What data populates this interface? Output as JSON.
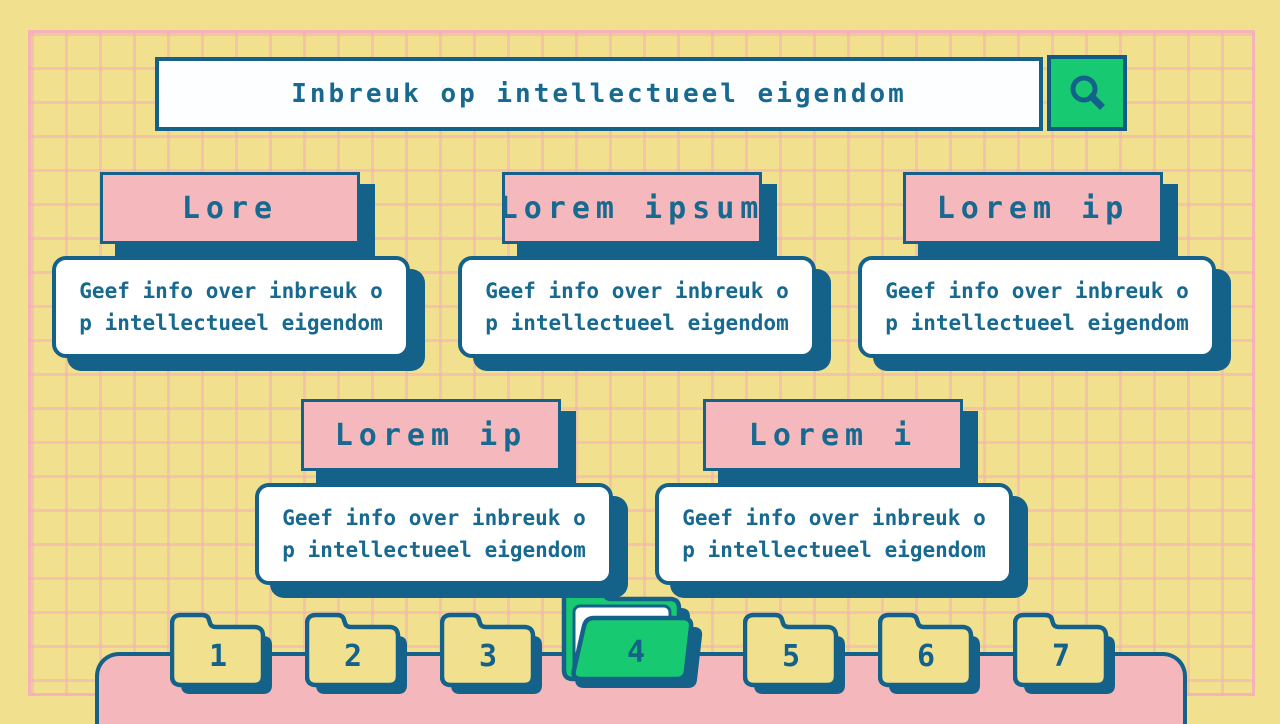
{
  "search": {
    "query": "Inbreuk op intellectueel eigendom",
    "button_icon": "magnifier-icon"
  },
  "cards": [
    {
      "title": "Lore",
      "description": "Geef info over inbreuk op intellectueel eigendom"
    },
    {
      "title": "Lorem ipsum",
      "description": "Geef info over inbreuk op intellectueel eigendom"
    },
    {
      "title": "Lorem ip",
      "description": "Geef info over inbreuk op intellectueel eigendom"
    },
    {
      "title": "Lorem ip",
      "description": "Geef info over inbreuk op intellectueel eigendom"
    },
    {
      "title": "Lorem i",
      "description": "Geef info over inbreuk op intellectueel eigendom"
    }
  ],
  "folders": [
    {
      "label": "1",
      "state": "closed"
    },
    {
      "label": "2",
      "state": "closed"
    },
    {
      "label": "3",
      "state": "closed"
    },
    {
      "label": "4",
      "state": "open"
    },
    {
      "label": "5",
      "state": "closed"
    },
    {
      "label": "6",
      "state": "closed"
    },
    {
      "label": "7",
      "state": "closed"
    }
  ],
  "colors": {
    "background_yellow": "#F1E18E",
    "grid_pink": "#F6ABBE",
    "teal_border": "#14628A",
    "teal_text": "#17698F",
    "card_pink": "#F5B9BD",
    "tray_pink": "#F4B8BC",
    "accent_green": "#17C971",
    "box_white": "#FFFFFF"
  }
}
